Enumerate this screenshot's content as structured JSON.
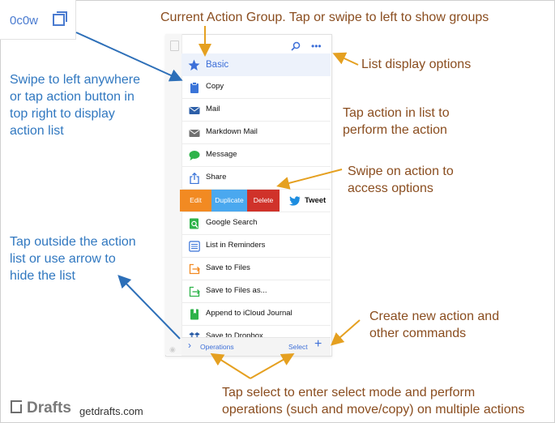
{
  "top_widget": {
    "code": "0c0w"
  },
  "panel": {
    "group_label": "Basic",
    "actions": [
      {
        "label": "Copy",
        "icon": "clipboard-icon",
        "color": "#3a74d8"
      },
      {
        "label": "Mail",
        "icon": "mail-icon",
        "color": "#2d5fa8"
      },
      {
        "label": "Markdown Mail",
        "icon": "mail-icon",
        "color": "#707070"
      },
      {
        "label": "Message",
        "icon": "message-icon",
        "color": "#2eb34a"
      },
      {
        "label": "Share",
        "icon": "share-icon",
        "color": "#3a74d8"
      }
    ],
    "swipe_row": {
      "edit": "Edit",
      "duplicate": "Duplicate",
      "delete": "Delete",
      "tweet": "Tweet",
      "colors": {
        "edit": "#f28a22",
        "duplicate": "#4aa8ef",
        "delete": "#d0322a"
      }
    },
    "actions2": [
      {
        "label": "Google Search",
        "icon": "google-search-icon",
        "color": "#2eb34a"
      },
      {
        "label": "List in Reminders",
        "icon": "list-icon",
        "color": "#3a74d8"
      },
      {
        "label": "Save to Files",
        "icon": "save-icon",
        "color": "#f28a22"
      },
      {
        "label": "Save to Files as...",
        "icon": "save-icon",
        "color": "#2eb34a"
      },
      {
        "label": "Append to iCloud Journal",
        "icon": "journal-icon",
        "color": "#2eb34a"
      },
      {
        "label": "Save to Dropbox",
        "icon": "dropbox-icon",
        "color": "#2d5fa8"
      }
    ],
    "bottom": {
      "operations": "Operations",
      "select": "Select",
      "plus": "+"
    }
  },
  "annotations": {
    "current_group": "Current Action Group. Tap or swipe to left to show groups",
    "list_display": "List display options",
    "swipe_left": [
      "Swipe to left anywhere",
      "or tap action button in",
      "top right to display",
      "action list"
    ],
    "tap_action": [
      "Tap action in list to",
      "perform the action"
    ],
    "swipe_on_action": [
      "Swipe on action to",
      "access options"
    ],
    "tap_outside": [
      "Tap outside the action",
      "list or use arrow to",
      "hide the list"
    ],
    "create_new": [
      "Create new action and",
      "other commands"
    ],
    "tap_select": [
      "Tap select to enter select mode and perform",
      "operations (such and move/copy) on multiple actions"
    ]
  },
  "footer": {
    "logo_text": "Drafts",
    "site": "getdrafts.com"
  },
  "colors": {
    "annotation_blue": "#3178c0",
    "annotation_brown": "#8a4d1f",
    "accent": "#3d6fd8",
    "arrow_orange": "#e5a020"
  }
}
